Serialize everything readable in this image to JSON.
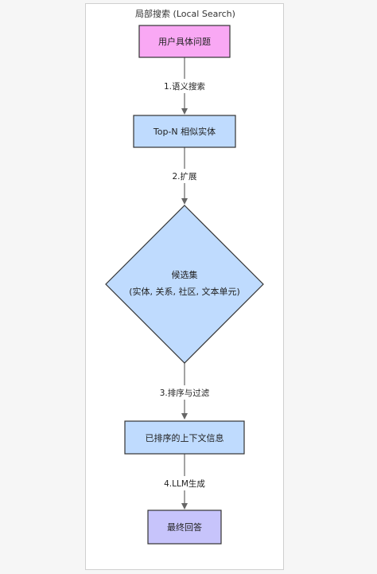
{
  "container": {
    "title": "局部搜索 (Local Search)"
  },
  "nodes": {
    "user_query": "用户具体问题",
    "top_n": "Top-N 相似实体",
    "candidate_line1": "候选集",
    "candidate_line2": "(实体, 关系, 社区, 文本单元)",
    "sorted_context": "已排序的上下文信息",
    "final_answer": "最终回答"
  },
  "edges": {
    "step1": "1.语义搜索",
    "step2": "2.扩展",
    "step3": "3.排序与过滤",
    "step4": "4.LLM生成"
  },
  "colors": {
    "user_query_fill": "#f9a8f4",
    "user_query_stroke": "#333333",
    "blue_fill": "#bfdbfe",
    "blue_stroke": "#333333",
    "final_fill": "#c7c4fb",
    "edge": "#666666"
  }
}
